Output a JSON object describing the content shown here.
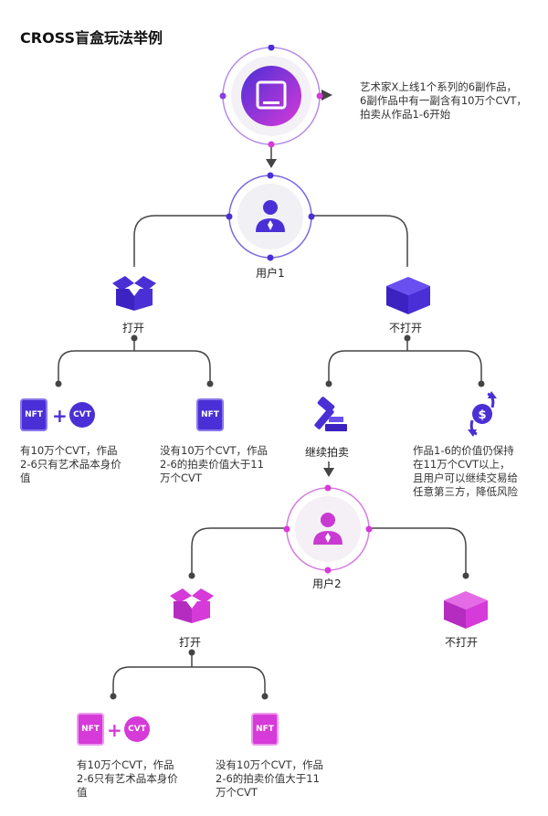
{
  "title": "CROSS盲盒玩法举例",
  "intro": {
    "line1": "艺术家X上线1个系列的6副作品，",
    "line2": "6副作品中有一副含有10万个CVT，",
    "line3": "拍卖从作品1-6开始"
  },
  "user1": {
    "label": "用户1"
  },
  "user2": {
    "label": "用户2"
  },
  "branch1": {
    "open_label": "打开",
    "not_open_label": "不打开",
    "open_left": {
      "nft": "NFT",
      "cvt": "CVT",
      "line1": "有10万个CVT，作品",
      "line2": "2-6只有艺术品本身价",
      "line3": "值"
    },
    "open_right": {
      "nft": "NFT",
      "line1": "没有10万个CVT，作品",
      "line2": "2-6的拍卖价值大于11",
      "line3": "万个CVT"
    },
    "auction": {
      "label": "继续拍卖"
    },
    "hold": {
      "line1": "作品1-6的价值仍保持",
      "line2": "在11万个CVT以上，",
      "line3": "且用户可以继续交易给",
      "line4": "任意第三方，降低风险"
    }
  },
  "branch2": {
    "open_label": "打开",
    "not_open_label": "不打开",
    "open_left": {
      "nft": "NFT",
      "cvt": "CVT",
      "line1": "有10万个CVT，作品",
      "line2": "2-6只有艺术品本身价",
      "line3": "值"
    },
    "open_right": {
      "nft": "NFT",
      "line1": "没有10万个CVT，作品",
      "line2": "2-6的拍卖价值大于11",
      "line3": "万个CVT"
    }
  },
  "colors": {
    "blue": "#4b2fd6",
    "pink": "#d63ad8",
    "line": "#444444"
  }
}
